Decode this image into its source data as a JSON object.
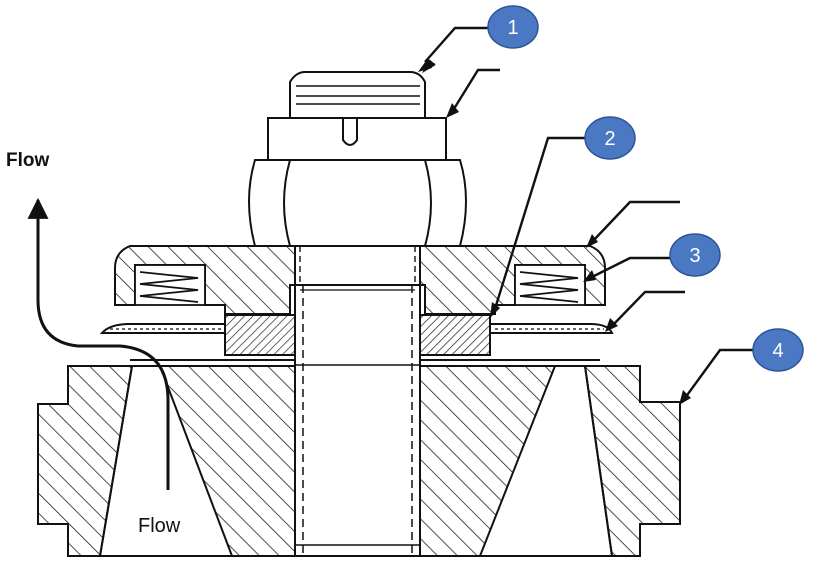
{
  "labels": {
    "flow_top": "Flow",
    "flow_bottom": "Flow"
  },
  "callouts": [
    {
      "id": "1",
      "text": "1"
    },
    {
      "id": "2",
      "text": "2"
    },
    {
      "id": "3",
      "text": "3"
    },
    {
      "id": "4",
      "text": "4"
    }
  ],
  "colors": {
    "callout_fill": "#4a78c3",
    "callout_stroke": "#2e5597",
    "line": "#111111",
    "background": "#ffffff"
  }
}
